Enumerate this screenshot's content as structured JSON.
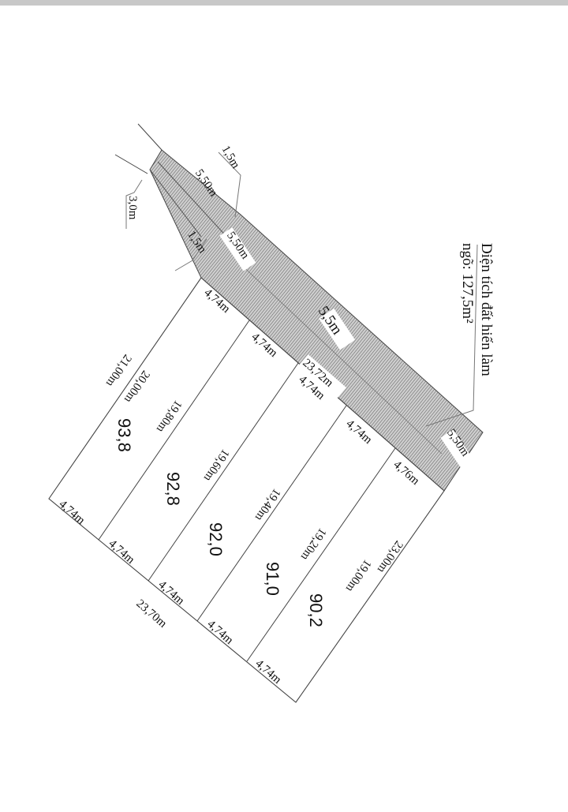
{
  "title_note": {
    "line1": "Diện tích đất hiến làm",
    "line2": "ngõ: 127,5m²"
  },
  "road": {
    "width_main": "5,5m",
    "length": "23,72m",
    "width_top": "5,50m",
    "width_end": "5,50m",
    "setback_upper": "1,5m",
    "setback_lower": "1,5m",
    "access_width": "3,0m",
    "hatch_color": "#8a8a8a"
  },
  "lots": [
    {
      "area": "93,8",
      "road_edge": "4,74m",
      "back_edge": "4,74m",
      "side_outer": "21,00m",
      "side_inner": "20,00m"
    },
    {
      "area": "92,8",
      "road_edge": "4,74m",
      "back_edge": "4,74m",
      "side_inner": "19,80m"
    },
    {
      "area": "92,0",
      "road_edge": "4,74m",
      "back_edge": "4,74m",
      "side_inner": "19,60m"
    },
    {
      "area": "91,0",
      "road_edge": "4,74m",
      "back_edge": "4,74m",
      "side_inner": "19,40m"
    },
    {
      "area": "90,2",
      "road_edge": "4,76m",
      "back_edge": "4,74m",
      "side_inner": "19,20m",
      "side_outer2": "19,00m"
    }
  ],
  "outer": {
    "back_total": "23,70m",
    "right_side": "23,00m"
  }
}
